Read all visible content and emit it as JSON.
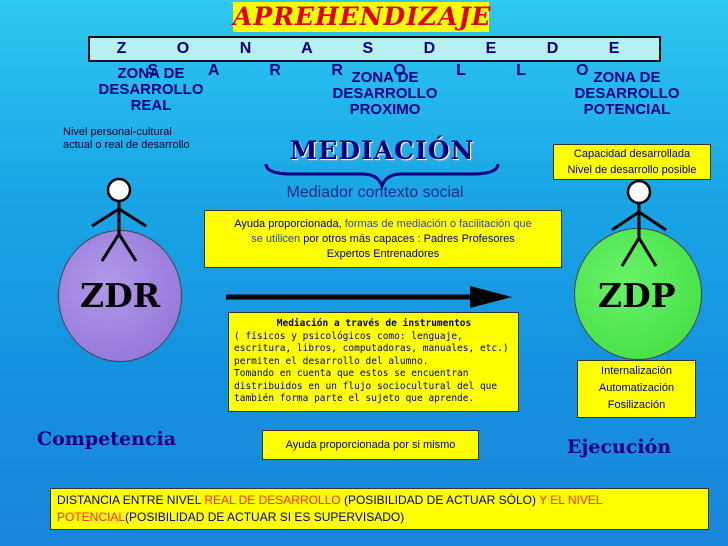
{
  "title": "APREHENDIZAJE",
  "zonas_banner": "Z O N A S   D E   D E S A R R O L L O",
  "zones": {
    "real": [
      "ZONA   DE",
      "DESARROLLO",
      "REAL"
    ],
    "proximo": [
      "ZONA   DE",
      "DESARROLLO",
      "PROXIMO"
    ],
    "potencial": [
      "ZONA DE",
      "DESARROLLO",
      "POTENCIAL"
    ]
  },
  "nivel_note": [
    "Nivel  personal-cultural",
    "actual o real de desarrollo"
  ],
  "capacidad_box": [
    "Capacidad desarrollada",
    "Nivel de desarrollo posible"
  ],
  "mediacion": "MEDIACIÓN",
  "mediador": "Mediador contexto social",
  "ayuda_box": {
    "part1": "Ayuda proporcionada,  ",
    "part2": "formas de mediación o facilitación que",
    "part3": "se utilicen ",
    "part4": "por otros más capaces : Padres  Profesores",
    "part5": "Expertos  Entrenadores"
  },
  "zdr": "ZDR",
  "zdp": "ZDP",
  "instrumentos": {
    "head": "Mediación a través de instrumentos",
    "lines": [
      "( físicos y psicológicos como: lenguaje,",
      "escritura, libros, computadoras, manuales, etc.)",
      "permiten el desarrollo del alumno.",
      "Tomando en cuenta que estos se encuentran",
      "distribuidos en un flujo sociocultural del que",
      "también forma parte el sujeto que aprende."
    ]
  },
  "internalizacion": [
    "Internalización",
    "Automatización",
    "Fosilización"
  ],
  "competencia": "Competencia",
  "ejecucion": "Ejecución",
  "ayuda_sola": "Ayuda proporcionada por si mismo",
  "distancia": {
    "p1": "DISTANCIA ENTRE NIVEL ",
    "p2": "REAL DE DESARROLLO",
    "p3": " (POSIBILIDAD DE ACTUAR SÓLO) ",
    "p4": "Y EL NIVEL",
    "p5": "POTENCIAL",
    "p6": "(POSIBILIDAD DE ACTUAR SI ES SUPERVISADO)"
  },
  "colors": {
    "background": "#1aa6e6",
    "highlight": "#ffff00",
    "title_text": "#e0001b",
    "zdr_circle": "#8d6fd7",
    "zdp_circle": "#3edc3e",
    "navy_text": "#000080"
  },
  "icons": [
    "stick-figure-left",
    "stick-figure-right",
    "curly-brace",
    "right-arrow"
  ]
}
